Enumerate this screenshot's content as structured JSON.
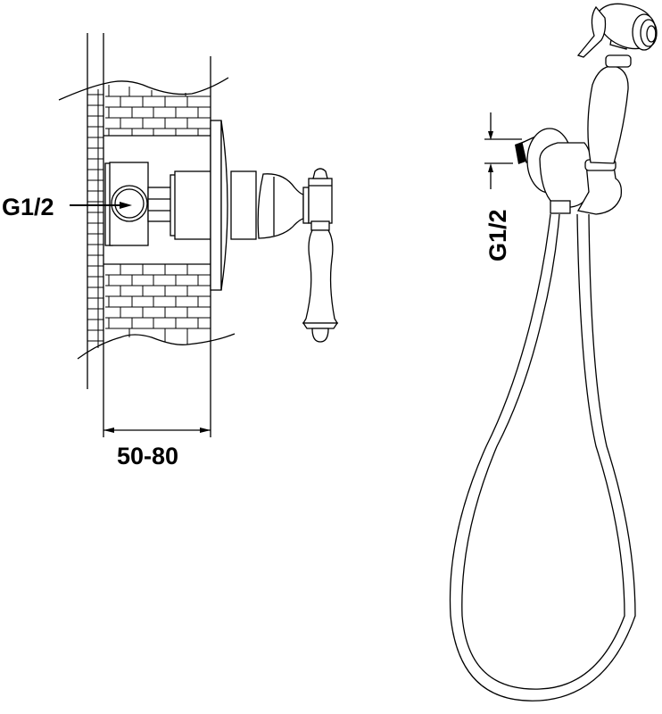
{
  "diagram": {
    "type": "technical-drawing",
    "subject": "concealed valve with bidet hand shower set",
    "left_view": {
      "thread_label": "G1/2",
      "dimension_label": "50-80",
      "components": [
        "wall-section-brick",
        "concealed-valve-body",
        "inlet-pipe",
        "cover-plate",
        "lever-handle"
      ]
    },
    "right_view": {
      "thread_label": "G1/2",
      "components": [
        "wall-outlet-elbow",
        "thread-connector",
        "holder-bracket",
        "hand-shower",
        "trigger-lever",
        "spray-head",
        "flexible-hose"
      ]
    },
    "colors": {
      "line": "#000000",
      "background": "#ffffff"
    }
  }
}
